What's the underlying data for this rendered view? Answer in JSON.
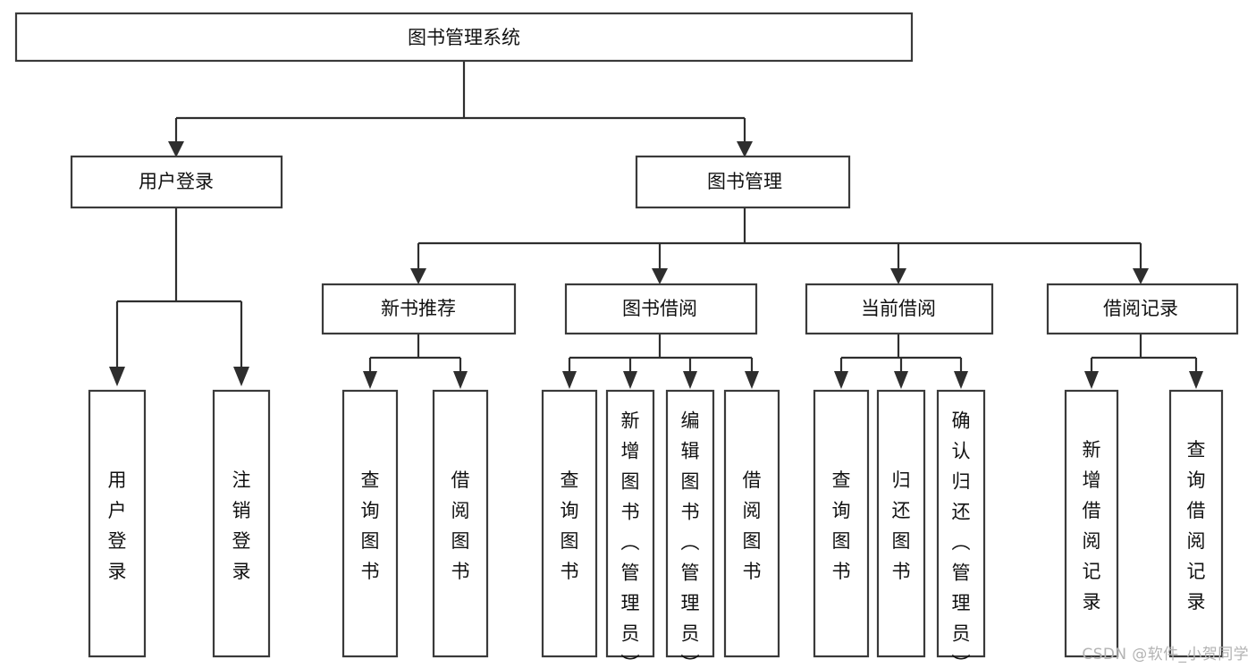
{
  "diagram": {
    "title": "图书管理系统",
    "type": "hierarchy-tree",
    "root": {
      "id": "root",
      "label": "图书管理系统",
      "level": 0
    },
    "level1": [
      {
        "id": "user-login",
        "label": "用户登录"
      },
      {
        "id": "book-manage",
        "label": "图书管理"
      }
    ],
    "level2": [
      {
        "id": "new-book-rec",
        "label": "新书推荐",
        "parent": "book-manage"
      },
      {
        "id": "book-borrow",
        "label": "图书借阅",
        "parent": "book-manage"
      },
      {
        "id": "current-borrow",
        "label": "当前借阅",
        "parent": "book-manage"
      },
      {
        "id": "borrow-record",
        "label": "借阅记录",
        "parent": "book-manage"
      }
    ],
    "leaves": [
      {
        "id": "leaf-user-login",
        "label": "用户登录",
        "parent": "user-login"
      },
      {
        "id": "leaf-logout",
        "label": "注销登录",
        "parent": "user-login"
      },
      {
        "id": "leaf-query-book-1",
        "label": "查询图书",
        "parent": "new-book-rec"
      },
      {
        "id": "leaf-borrow-book-1",
        "label": "借阅图书",
        "parent": "new-book-rec"
      },
      {
        "id": "leaf-query-book-2",
        "label": "查询图书",
        "parent": "book-borrow"
      },
      {
        "id": "leaf-add-book",
        "label": "新增图书（管理员）",
        "parent": "book-borrow"
      },
      {
        "id": "leaf-edit-book",
        "label": "编辑图书（管理员）",
        "parent": "book-borrow"
      },
      {
        "id": "leaf-borrow-book-2",
        "label": "借阅图书",
        "parent": "book-borrow"
      },
      {
        "id": "leaf-query-book-3",
        "label": "查询图书",
        "parent": "current-borrow"
      },
      {
        "id": "leaf-return-book",
        "label": "归还图书",
        "parent": "current-borrow"
      },
      {
        "id": "leaf-confirm-return",
        "label": "确认归还（管理员）",
        "parent": "current-borrow"
      },
      {
        "id": "leaf-add-record",
        "label": "新增借阅记录",
        "parent": "borrow-record"
      },
      {
        "id": "leaf-query-record",
        "label": "查询借阅记录",
        "parent": "borrow-record"
      }
    ]
  },
  "colors": {
    "box_stroke": "#3a3a3a",
    "connector": "#2e2e2e",
    "background": "#ffffff",
    "text": "#111111",
    "watermark": "#b3b3b3"
  },
  "watermark": {
    "text": "CSDN @软件_小贺同学"
  }
}
